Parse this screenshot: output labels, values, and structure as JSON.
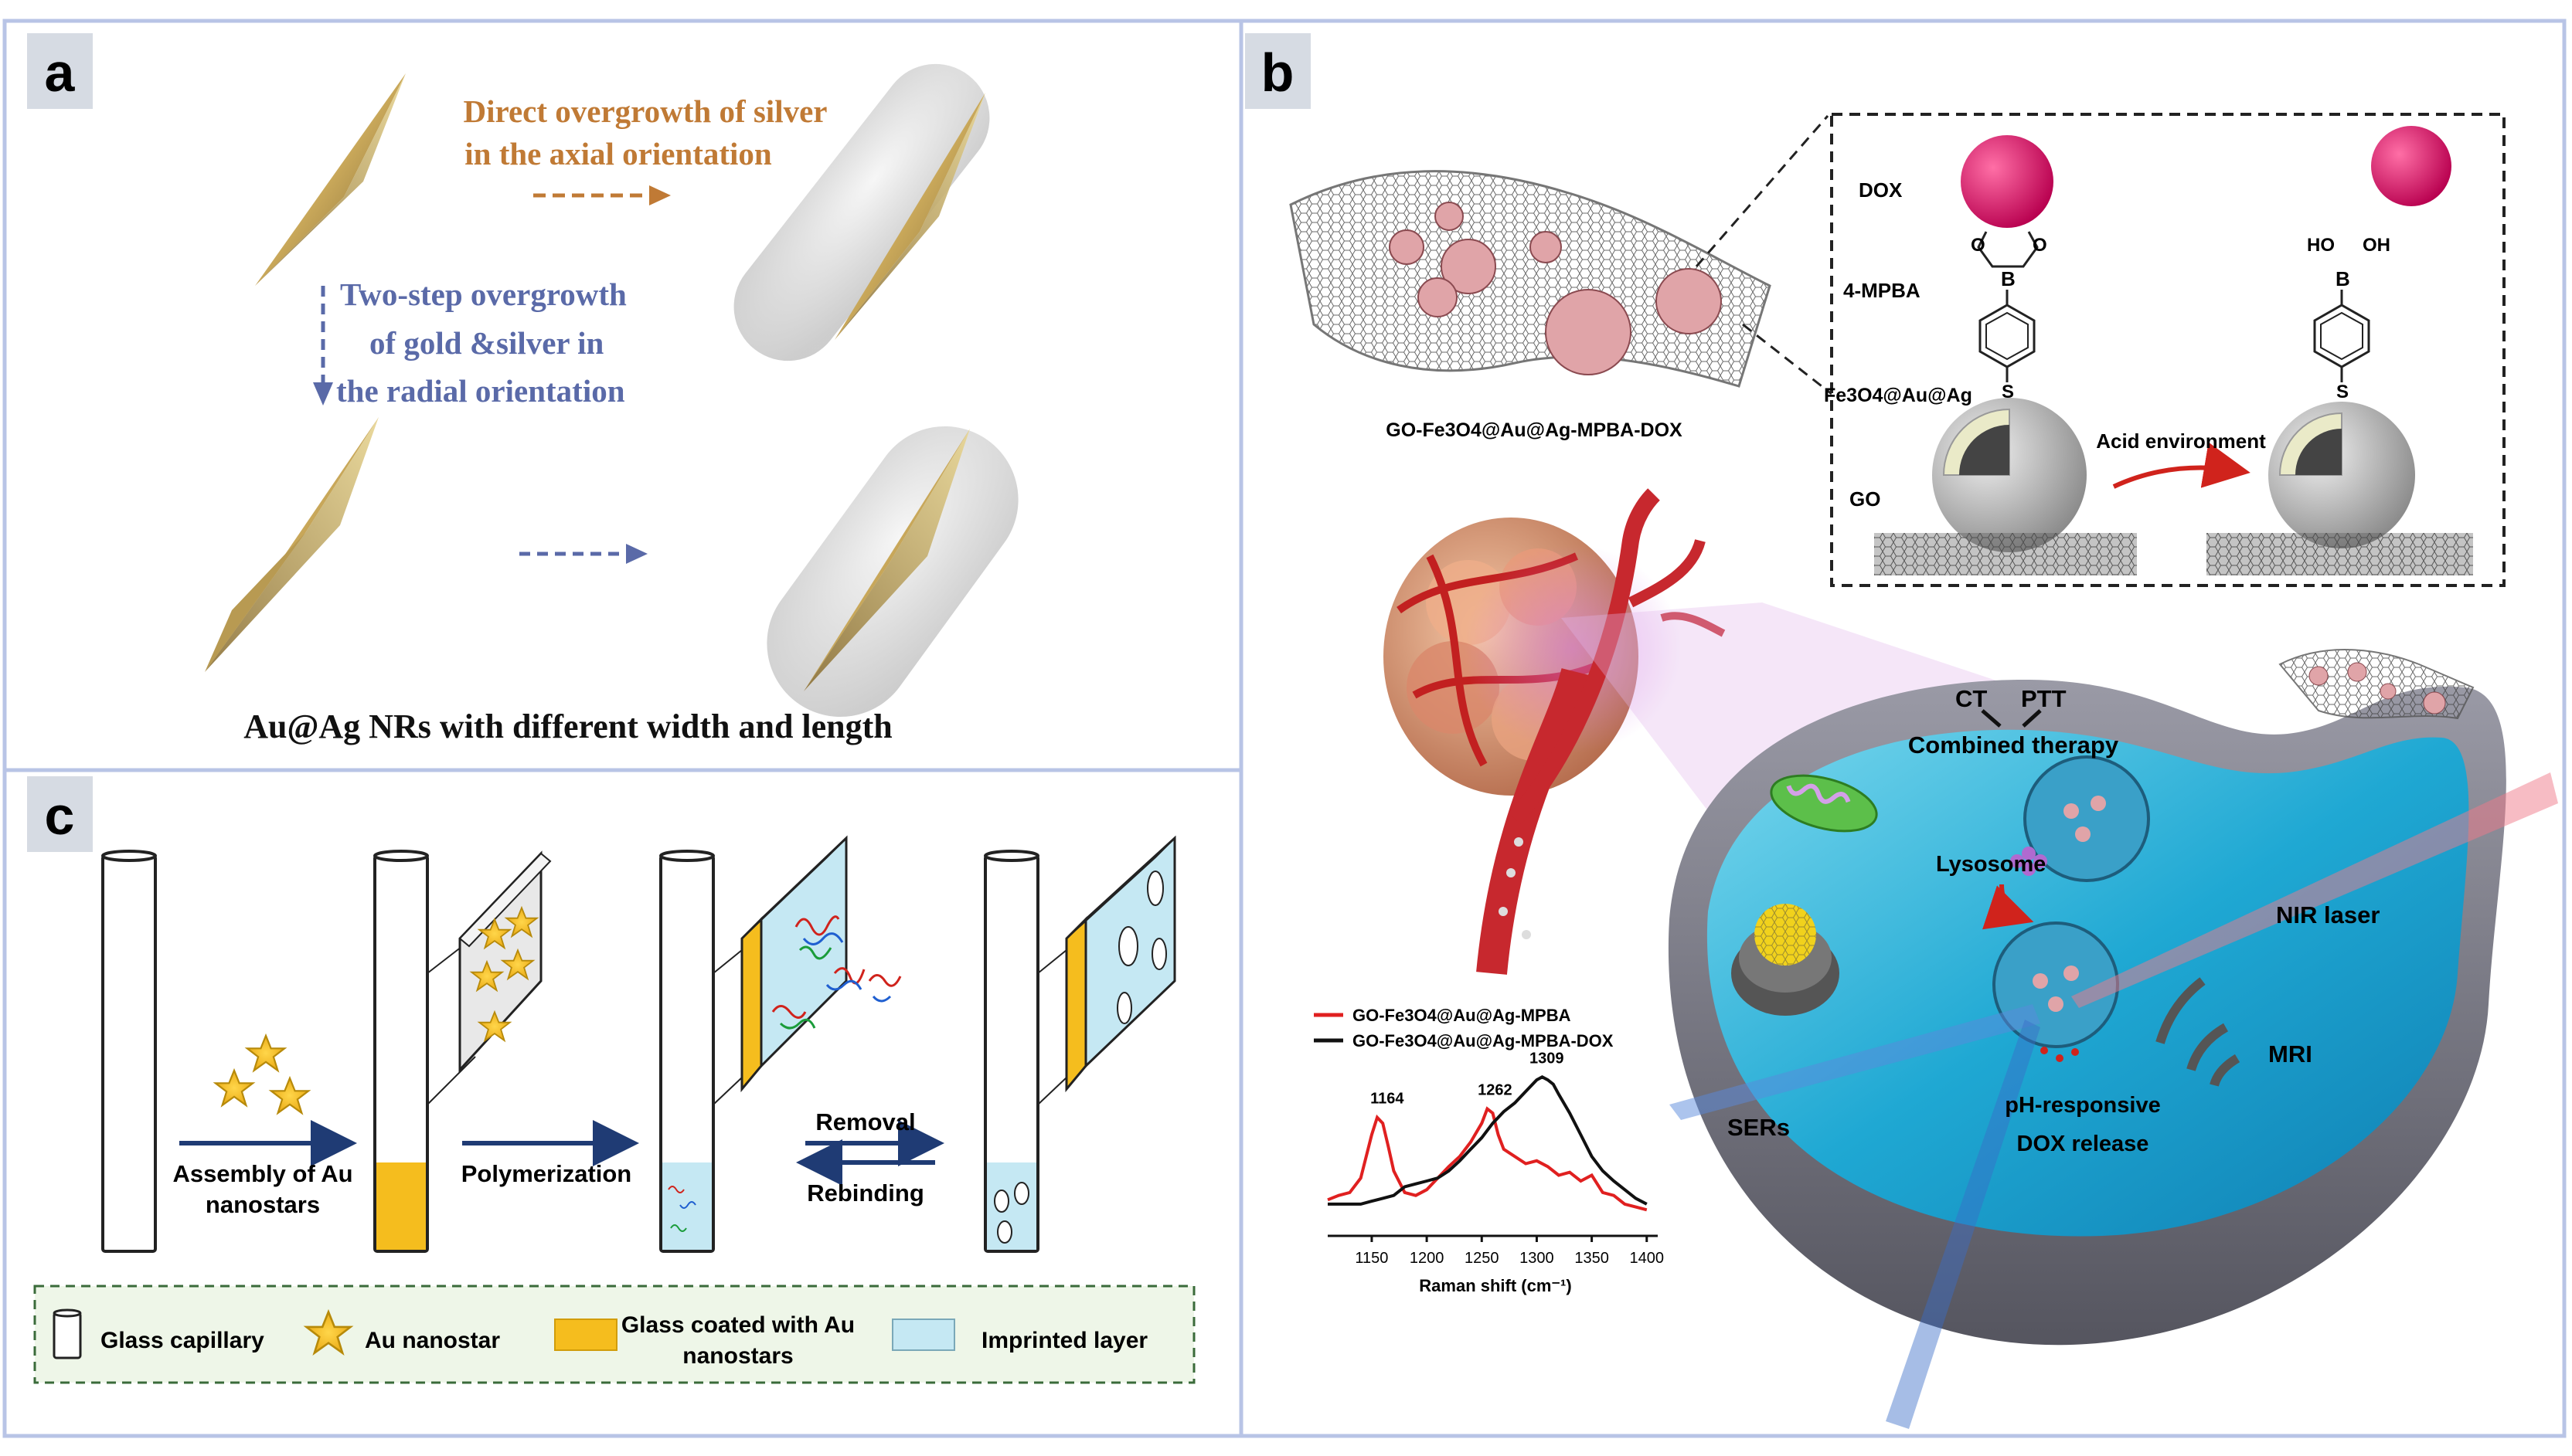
{
  "panel_labels": {
    "a": "a",
    "b": "b",
    "c": "c"
  },
  "panel_a": {
    "axial_line1": "Direct overgrowth of silver",
    "axial_line2": "in the axial orientation",
    "radial_line1": "Two-step overgrowth",
    "radial_line2": "of gold &silver in",
    "radial_line3": "the radial orientation",
    "caption": "Au@Ag NRs with different width and length"
  },
  "panel_b": {
    "go_caption": "GO-Fe3O4@Au@Ag-MPBA-DOX",
    "dox": "DOX",
    "mpba": "4-MPBA",
    "fe3o4": "Fe3O4@Au@Ag",
    "go": "GO",
    "acid": "Acid environment",
    "boron": "B",
    "oxygen": "O",
    "sulfur": "S",
    "ho": "HO",
    "oh": "OH",
    "ct": "CT",
    "ptt": "PTT",
    "combined": "Combined therapy",
    "lysosome": "Lysosome",
    "nir": "NIR laser",
    "mri": "MRI",
    "sers": "SERs",
    "ph1": "pH-responsive",
    "ph2": "DOX release"
  },
  "panel_c": {
    "step1_line1": "Assembly of Au",
    "step1_line2": "nanostars",
    "step2": "Polymerization",
    "removal": "Removal",
    "rebinding": "Rebinding",
    "legend": {
      "capillary": "Glass capillary",
      "nanostar": "Au nanostar",
      "coated_line1": "Glass coated with Au",
      "coated_line2": "nanostars",
      "imprinted": "Imprinted layer"
    }
  },
  "colors": {
    "border": "#b8c4e6",
    "label_bg": "#d6dbe3",
    "orange_text": "#c07a35",
    "blue_text": "#5a6aa8",
    "gold": "#f5bd1e",
    "imprinted": "#c5e8f3",
    "navy": "#1f3b74"
  },
  "chart_data": {
    "type": "line",
    "xlabel": "Raman shift (cm⁻¹)",
    "xlim": [
      1110,
      1410
    ],
    "x_ticks": [
      1150,
      1200,
      1250,
      1300,
      1350,
      1400
    ],
    "x_tick_labels": [
      "1150",
      "1200",
      "1250",
      "1300",
      "1350",
      "1400"
    ],
    "peak_labels": [
      {
        "x": 1164,
        "text": "1164"
      },
      {
        "x": 1262,
        "text": "1262"
      },
      {
        "x": 1309,
        "text": "1309"
      }
    ],
    "series": [
      {
        "name": "GO-Fe3O4@Au@Ag-MPBA",
        "color": "#e02020",
        "x": [
          1110,
          1120,
          1130,
          1140,
          1150,
          1155,
          1160,
          1165,
          1170,
          1180,
          1190,
          1200,
          1210,
          1220,
          1230,
          1240,
          1250,
          1255,
          1260,
          1265,
          1270,
          1280,
          1290,
          1300,
          1310,
          1320,
          1330,
          1340,
          1350,
          1360,
          1370,
          1380,
          1390,
          1400
        ],
        "y": [
          0.25,
          0.28,
          0.3,
          0.4,
          0.7,
          0.82,
          0.78,
          0.62,
          0.45,
          0.3,
          0.28,
          0.32,
          0.4,
          0.48,
          0.55,
          0.65,
          0.78,
          0.88,
          0.85,
          0.7,
          0.6,
          0.55,
          0.5,
          0.52,
          0.48,
          0.42,
          0.44,
          0.38,
          0.42,
          0.3,
          0.28,
          0.22,
          0.2,
          0.18
        ]
      },
      {
        "name": "GO-Fe3O4@Au@Ag-MPBA-DOX",
        "color": "#111111",
        "x": [
          1110,
          1120,
          1130,
          1140,
          1150,
          1160,
          1170,
          1180,
          1190,
          1200,
          1210,
          1220,
          1230,
          1240,
          1250,
          1260,
          1270,
          1280,
          1290,
          1300,
          1305,
          1310,
          1315,
          1320,
          1330,
          1340,
          1350,
          1360,
          1370,
          1380,
          1390,
          1400
        ],
        "y": [
          0.22,
          0.22,
          0.22,
          0.22,
          0.24,
          0.26,
          0.28,
          0.34,
          0.36,
          0.38,
          0.4,
          0.45,
          0.52,
          0.6,
          0.68,
          0.78,
          0.86,
          0.92,
          1.0,
          1.08,
          1.1,
          1.08,
          1.05,
          0.98,
          0.85,
          0.7,
          0.55,
          0.45,
          0.38,
          0.32,
          0.26,
          0.22
        ]
      }
    ]
  }
}
